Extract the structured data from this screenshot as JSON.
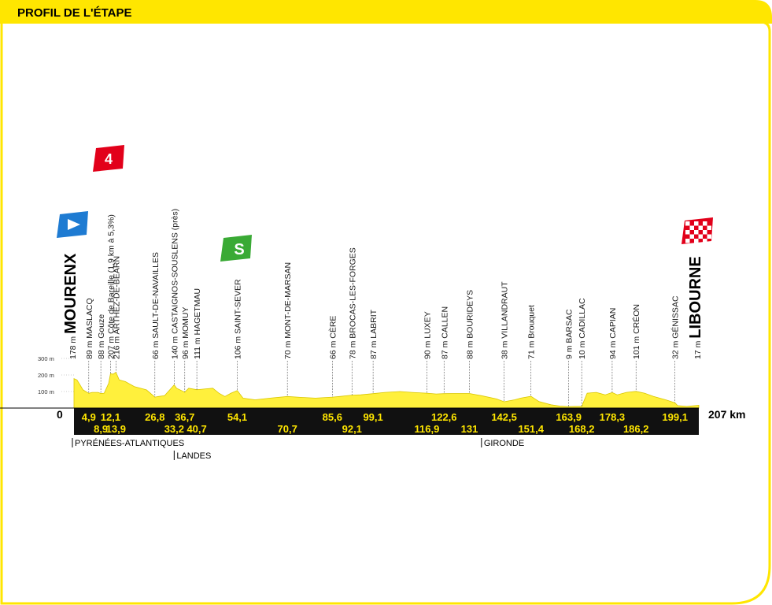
{
  "title": "PROFIL DE L'ÉTAPE",
  "colors": {
    "accent": "#ffe600",
    "profile": "#fff03c",
    "axis": "#000000",
    "sprint": "#3aaa35",
    "climb": "#e2001a",
    "start": "#1e7bd2"
  },
  "chart_data": {
    "type": "area",
    "title": "PROFIL DE L'ÉTAPE",
    "xlabel": "",
    "ylabel": "",
    "xlim": [
      0,
      207
    ],
    "ylim": [
      0,
      300
    ],
    "yticks": [
      "100 m",
      "200 m",
      "300 m"
    ],
    "axis_start": "0",
    "axis_end": "207 km",
    "profile": [
      [
        0,
        178
      ],
      [
        1,
        170
      ],
      [
        2,
        140
      ],
      [
        3,
        110
      ],
      [
        4.9,
        89
      ],
      [
        6,
        95
      ],
      [
        8,
        95
      ],
      [
        8.9,
        88
      ],
      [
        10,
        90
      ],
      [
        11.5,
        150
      ],
      [
        12.1,
        207
      ],
      [
        13,
        205
      ],
      [
        13.9,
        216
      ],
      [
        15,
        170
      ],
      [
        17,
        160
      ],
      [
        20,
        130
      ],
      [
        24,
        110
      ],
      [
        26.8,
        66
      ],
      [
        28,
        70
      ],
      [
        30,
        75
      ],
      [
        33.2,
        140
      ],
      [
        34,
        120
      ],
      [
        36.7,
        96
      ],
      [
        38,
        120
      ],
      [
        40.7,
        111
      ],
      [
        43,
        115
      ],
      [
        46,
        120
      ],
      [
        48,
        90
      ],
      [
        50,
        70
      ],
      [
        52,
        90
      ],
      [
        54.1,
        106
      ],
      [
        56,
        60
      ],
      [
        60,
        50
      ],
      [
        65,
        60
      ],
      [
        70.7,
        70
      ],
      [
        75,
        65
      ],
      [
        80,
        60
      ],
      [
        85.6,
        66
      ],
      [
        88,
        70
      ],
      [
        92.1,
        78
      ],
      [
        95,
        80
      ],
      [
        99.1,
        87
      ],
      [
        103,
        95
      ],
      [
        108,
        100
      ],
      [
        112,
        95
      ],
      [
        116.9,
        90
      ],
      [
        120,
        85
      ],
      [
        122.6,
        87
      ],
      [
        126,
        88
      ],
      [
        131,
        88
      ],
      [
        135,
        75
      ],
      [
        140,
        55
      ],
      [
        142.5,
        38
      ],
      [
        146,
        50
      ],
      [
        148,
        60
      ],
      [
        151.4,
        71
      ],
      [
        154,
        40
      ],
      [
        158,
        20
      ],
      [
        161,
        12
      ],
      [
        163.9,
        9
      ],
      [
        166,
        10
      ],
      [
        168.2,
        10
      ],
      [
        170,
        90
      ],
      [
        173,
        95
      ],
      [
        176,
        80
      ],
      [
        178.3,
        94
      ],
      [
        180,
        80
      ],
      [
        183,
        95
      ],
      [
        186.2,
        101
      ],
      [
        189,
        90
      ],
      [
        192,
        70
      ],
      [
        196,
        50
      ],
      [
        199.1,
        32
      ],
      [
        200,
        15
      ],
      [
        203,
        10
      ],
      [
        207,
        17
      ]
    ],
    "points": [
      {
        "km": "0",
        "label": "178 m MOURENX",
        "main": true
      },
      {
        "km": "4,9",
        "label": "89 m MASLACQ"
      },
      {
        "km": "8,9",
        "label": "88 m Gouze"
      },
      {
        "km": "12,1",
        "label": "207 m Côte de Bareille (1,9 km à 5,3%)"
      },
      {
        "km": "13,9",
        "label": "216 m ARTHEZ-DE-BÉARN"
      },
      {
        "km": "26,8",
        "label": "66 m SAULT-DE-NAVAILLES"
      },
      {
        "km": "33,2",
        "label": "140 m CASTAIGNOS-SOUSLENS (près)"
      },
      {
        "km": "36,7",
        "label": "96 m MOMUY"
      },
      {
        "km": "40,7",
        "label": "111 m HAGETMAU"
      },
      {
        "km": "54,1",
        "label": "106 m SAINT-SEVER"
      },
      {
        "km": "70,7",
        "label": "70 m MONT-DE-MARSAN"
      },
      {
        "km": "85,6",
        "label": "66 m CÈRE"
      },
      {
        "km": "92,1",
        "label": "78 m BROCAS-LES-FORGES"
      },
      {
        "km": "99,1",
        "label": "87 m LABRIT"
      },
      {
        "km": "116,9",
        "label": "90 m LUXEY"
      },
      {
        "km": "122,6",
        "label": "87 m CALLEN"
      },
      {
        "km": "131",
        "label": "88 m BOURIDEYS"
      },
      {
        "km": "142,5",
        "label": "38 m VILLANDRAUT"
      },
      {
        "km": "151,4",
        "label": "71 m Brouquet"
      },
      {
        "km": "163,9",
        "label": "9 m BARSAC"
      },
      {
        "km": "168,2",
        "label": "10 m CADILLAC"
      },
      {
        "km": "178,3",
        "label": "94 m CAPIAN"
      },
      {
        "km": "186,2",
        "label": "101 m CRÉON"
      },
      {
        "km": "199,1",
        "label": "32 m GÉNISSAC"
      },
      {
        "km": "207",
        "label": "17 m LIBOURNE",
        "main": true
      }
    ],
    "markers": [
      {
        "type": "start",
        "km": "0",
        "icon": "start-flag-icon"
      },
      {
        "type": "climb",
        "km": "12,1",
        "category": "4",
        "icon": "climb-category-icon"
      },
      {
        "type": "sprint",
        "km": "54,1",
        "text": "S",
        "icon": "sprint-icon"
      },
      {
        "type": "finish",
        "km": "207",
        "icon": "checkered-flag-icon"
      }
    ],
    "regions": [
      {
        "label": "PYRÉNÉES-ATLANTIQUES",
        "km": 0
      },
      {
        "label": "LANDES",
        "km": 33.2
      },
      {
        "label": "GIRONDE",
        "km": 135
      }
    ]
  }
}
